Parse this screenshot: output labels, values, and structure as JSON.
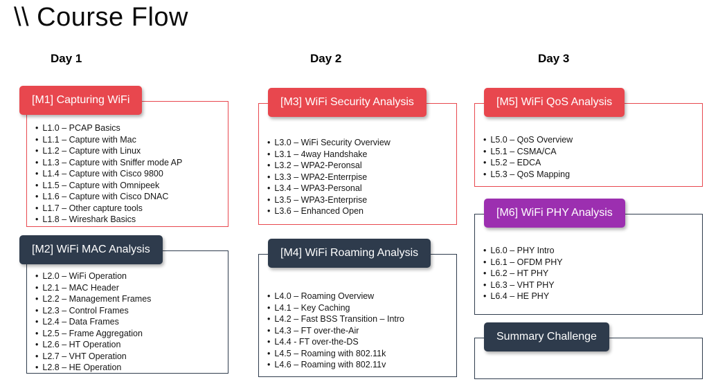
{
  "title": "\\\\ Course Flow",
  "colors": {
    "red": "#E8474E",
    "navy": "#2E3B4C",
    "purple": "#9C2FB0"
  },
  "days": [
    {
      "label": "Day 1",
      "modules": [
        {
          "id": "M1",
          "title": "[M1] Capturing WiFi",
          "accent": "red",
          "border": "red",
          "items": [
            "L1.0 – PCAP Basics",
            "L1.1 – Capture with Mac",
            "L1.2 – Capture with Linux",
            "L1.3 – Capture with Sniffer mode AP",
            "L1.4 – Capture with Cisco 9800",
            "L1.5 – Capture with Omnipeek",
            "L1.6 – Capture with Cisco DNAC",
            "L1.7 – Other capture tools",
            "L1.8 – Wireshark Basics"
          ]
        },
        {
          "id": "M2",
          "title": "[M2] WiFi MAC Analysis",
          "accent": "navy",
          "border": "navy",
          "items": [
            "L2.0 – WiFi Operation",
            "L2.1 – MAC Header",
            "L2.2 – Management Frames",
            "L2.3 – Control Frames",
            "L2.4 – Data Frames",
            "L2.5 – Frame Aggregation",
            "L2.6 – HT Operation",
            "L2.7 – VHT Operation",
            "L2.8 – HE Operation"
          ]
        }
      ]
    },
    {
      "label": "Day 2",
      "modules": [
        {
          "id": "M3",
          "title": "[M3] WiFi Security Analysis",
          "accent": "red",
          "border": "red",
          "items": [
            "L3.0 – WiFi Security Overview",
            "L3.1 – 4way Handshake",
            "L3.2 – WPA2-Peronsal",
            "L3.3 – WPA2-Enterrpise",
            "L3.4 – WPA3-Personal",
            "L3.5 – WPA3-Enterprise",
            "L3.6 – Enhanced Open"
          ]
        },
        {
          "id": "M4",
          "title": "[M4] WiFi Roaming Analysis",
          "accent": "navy",
          "border": "navy",
          "items": [
            "L4.0 – Roaming Overview",
            "L4.1 – Key Caching",
            "L4.2 – Fast BSS Transition – Intro",
            "L4.3 – FT over-the-Air",
            "L4.4 -  FT over-the-DS",
            "L4.5 – Roaming with 802.11k",
            "L4.6 – Roaming with 802.11v"
          ]
        }
      ]
    },
    {
      "label": "Day 3",
      "modules": [
        {
          "id": "M5",
          "title": "[M5] WiFi QoS Analysis",
          "accent": "red",
          "border": "red",
          "items": [
            "L5.0 – QoS Overview",
            "L5.1 – CSMA/CA",
            "L5.2 – EDCA",
            "L5.3 – QoS Mapping"
          ]
        },
        {
          "id": "M6",
          "title": "[M6] WiFi PHY Analysis",
          "accent": "purple",
          "border": "navy",
          "items": [
            "L6.0 – PHY Intro",
            "L6.1 – OFDM PHY",
            "L6.2 – HT PHY",
            "L6.3 – VHT PHY",
            "L6.4 – HE PHY"
          ]
        },
        {
          "id": "summary",
          "title": "Summary Challenge",
          "accent": "navy",
          "border": "navy",
          "items": []
        }
      ]
    }
  ]
}
